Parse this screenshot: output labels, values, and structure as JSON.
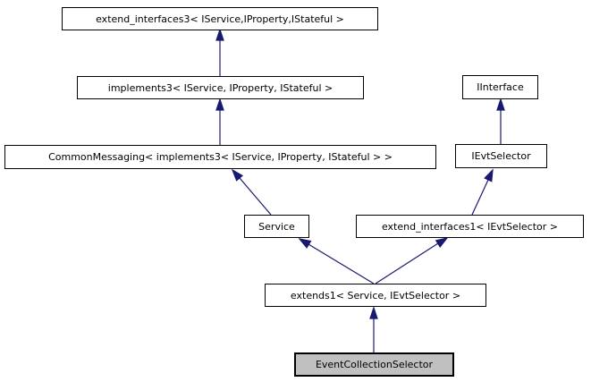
{
  "diagram": {
    "kind": "class-inheritance-graph",
    "nodes": [
      {
        "id": "extend_interfaces3",
        "label": "extend_interfaces3< IService,IProperty,IStateful >",
        "highlighted": false
      },
      {
        "id": "implements3",
        "label": "implements3< IService, IProperty, IStateful >",
        "highlighted": false
      },
      {
        "id": "IInterface",
        "label": "IInterface",
        "highlighted": false
      },
      {
        "id": "CommonMessaging",
        "label": "CommonMessaging< implements3< IService, IProperty, IStateful > >",
        "highlighted": false
      },
      {
        "id": "IEvtSelector",
        "label": "IEvtSelector",
        "highlighted": false
      },
      {
        "id": "Service",
        "label": "Service",
        "highlighted": false
      },
      {
        "id": "extend_interfaces1",
        "label": "extend_interfaces1< IEvtSelector >",
        "highlighted": false
      },
      {
        "id": "extends1",
        "label": "extends1< Service, IEvtSelector >",
        "highlighted": false
      },
      {
        "id": "EventCollectionSelector",
        "label": "EventCollectionSelector",
        "highlighted": true
      }
    ],
    "edges": [
      {
        "from": "implements3",
        "to": "extend_interfaces3",
        "relation": "inherits"
      },
      {
        "from": "CommonMessaging",
        "to": "implements3",
        "relation": "inherits"
      },
      {
        "from": "IEvtSelector",
        "to": "IInterface",
        "relation": "inherits"
      },
      {
        "from": "Service",
        "to": "CommonMessaging",
        "relation": "inherits"
      },
      {
        "from": "extend_interfaces1",
        "to": "IEvtSelector",
        "relation": "inherits"
      },
      {
        "from": "extends1",
        "to": "Service",
        "relation": "inherits"
      },
      {
        "from": "extends1",
        "to": "extend_interfaces1",
        "relation": "inherits"
      },
      {
        "from": "EventCollectionSelector",
        "to": "extends1",
        "relation": "inherits"
      }
    ],
    "colors": {
      "background": "#ffffff",
      "node_border": "#000000",
      "node_fill": "#ffffff",
      "current_node_fill": "#c0c0c0",
      "arrow": "#191970",
      "text": "#000000"
    }
  }
}
